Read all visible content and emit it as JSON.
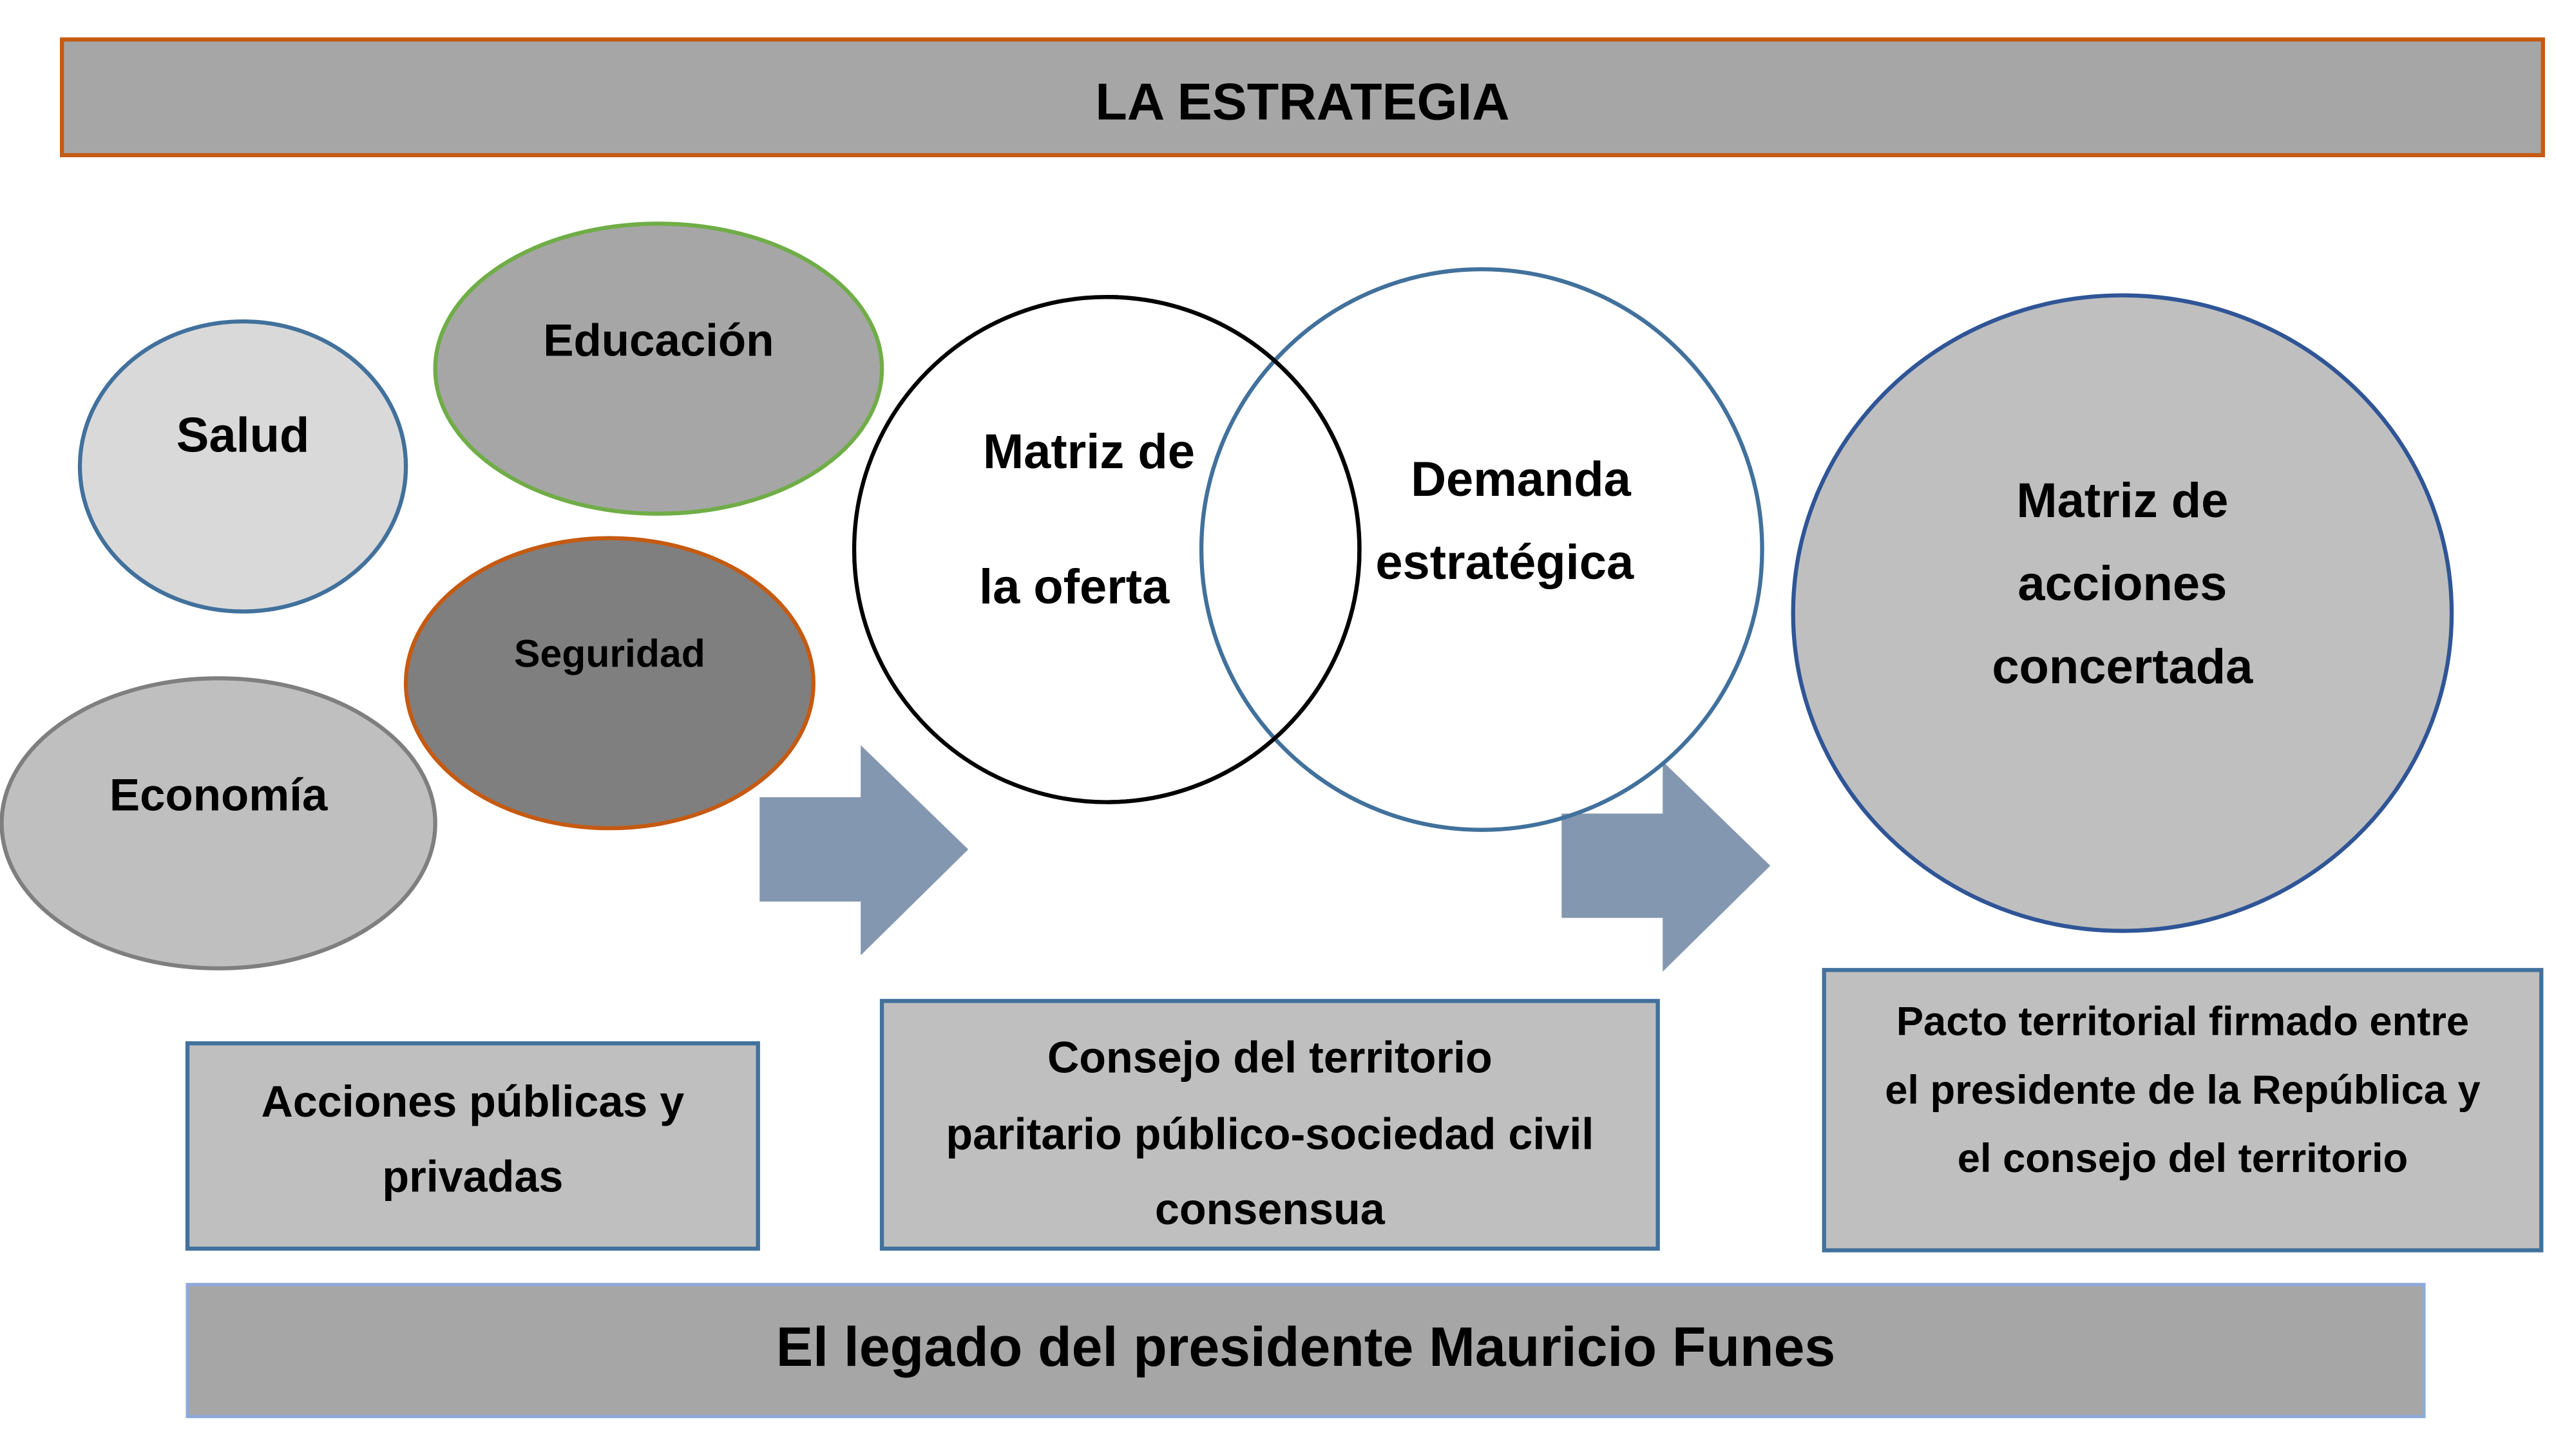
{
  "title": "LA ESTRATEGIA",
  "footer": "El legado del presidente Mauricio Funes",
  "sectors": {
    "salud": "Salud",
    "educacion": "Educación",
    "seguridad": "Seguridad",
    "economia": "Economía"
  },
  "venn": {
    "oferta": [
      "Matriz de",
      "la oferta"
    ],
    "demanda": [
      "Demanda",
      "estratégica"
    ]
  },
  "result_circle": [
    "Matriz de",
    "acciones",
    "concertada"
  ],
  "boxes": {
    "acciones": [
      "Acciones públicas y",
      "privadas"
    ],
    "consejo": [
      "Consejo del territorio",
      "paritario público-sociedad civil",
      "consensua"
    ],
    "pacto": [
      "Pacto territorial firmado entre",
      "el presidente de la República y",
      "el consejo del territorio"
    ]
  },
  "colors": {
    "banner_fill": "#a6a6a6",
    "banner_border": "#c55a11",
    "arrow": "#8497b0",
    "box_fill": "#bfbfbf",
    "box_border": "#41719c"
  }
}
